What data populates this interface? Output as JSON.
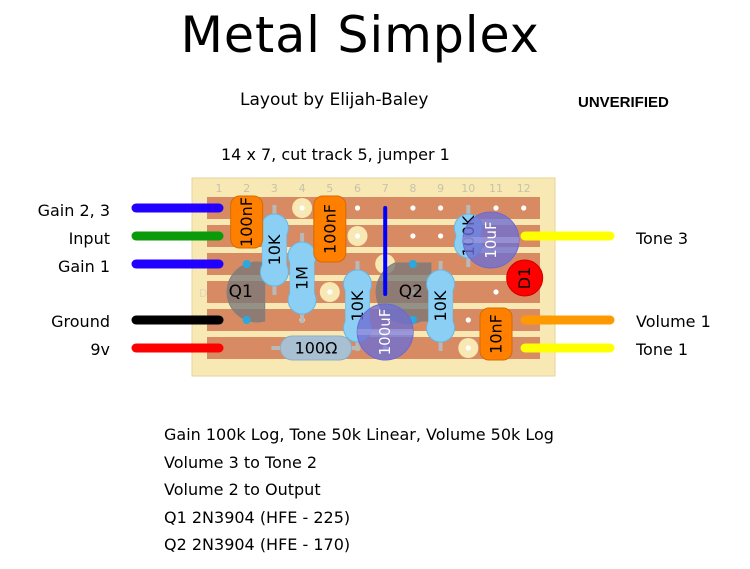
{
  "header": {
    "title": "Metal Simplex",
    "author": "Layout by Elijah-Baley",
    "status": "UNVERIFIED",
    "board_spec": "14 x 7, cut track 5, jumper 1"
  },
  "board": {
    "column_numbers": [
      "1",
      "2",
      "3",
      "4",
      "5",
      "6",
      "7",
      "8",
      "9",
      "10",
      "11",
      "12"
    ],
    "row_marker": "D",
    "colors": {
      "board": "#f7e8b4",
      "strip": "#d88a63",
      "hole": "#ffffff"
    }
  },
  "off_board_wires": {
    "left": [
      {
        "label": "Gain 2, 3",
        "color": "#2200ff",
        "row": 1
      },
      {
        "label": "Input",
        "color": "#0a9a0a",
        "row": 2
      },
      {
        "label": "Gain 1",
        "color": "#2200ff",
        "row": 3
      },
      {
        "label": "Ground",
        "color": "#000000",
        "row": 5
      },
      {
        "label": "9v",
        "color": "#ff0000",
        "row": 6
      }
    ],
    "right": [
      {
        "label": "Tone 3",
        "color": "#ffff00",
        "row": 2
      },
      {
        "label": "Volume 1",
        "color": "#ff9900",
        "row": 5
      },
      {
        "label": "Tone 1",
        "color": "#ffff00",
        "row": 6
      }
    ]
  },
  "components": {
    "capacitors_film": [
      {
        "label": "100nF",
        "col": 2,
        "rows": [
          1,
          2
        ]
      },
      {
        "label": "100nF",
        "col": 5,
        "rows": [
          1,
          3
        ]
      },
      {
        "label": "10nF",
        "col": 11,
        "rows": [
          5,
          6
        ]
      }
    ],
    "resistors": [
      {
        "label": "10K",
        "col": 3,
        "rows": [
          1,
          4
        ]
      },
      {
        "label": "1M",
        "col": 4,
        "rows": [
          2,
          5
        ]
      },
      {
        "label": "10K",
        "col": 6,
        "rows": [
          3,
          6
        ]
      },
      {
        "label": "10K",
        "col": 9,
        "rows": [
          3,
          6
        ]
      },
      {
        "label": "100K",
        "col": 10,
        "rows": [
          1,
          3
        ]
      },
      {
        "label": "100Ω",
        "row": 6,
        "cols": [
          3,
          9
        ]
      }
    ],
    "electrolytics": [
      {
        "label": "10uF",
        "col": 11
      },
      {
        "label": "100uF",
        "col": 7
      }
    ],
    "transistors": [
      {
        "label": "Q1"
      },
      {
        "label": "Q2"
      }
    ],
    "diodes": [
      {
        "label": "D1"
      }
    ],
    "jumper": {
      "color": "#0000ff",
      "col": 7,
      "rows": [
        1,
        4
      ]
    }
  },
  "notes": [
    "Gain 100k Log, Tone 50k Linear, Volume 50k Log",
    "Volume 3 to Tone 2",
    "Volume 2 to Output",
    "Q1 2N3904 (HFE - 225)",
    "Q2 2N3904 (HFE - 170)"
  ]
}
